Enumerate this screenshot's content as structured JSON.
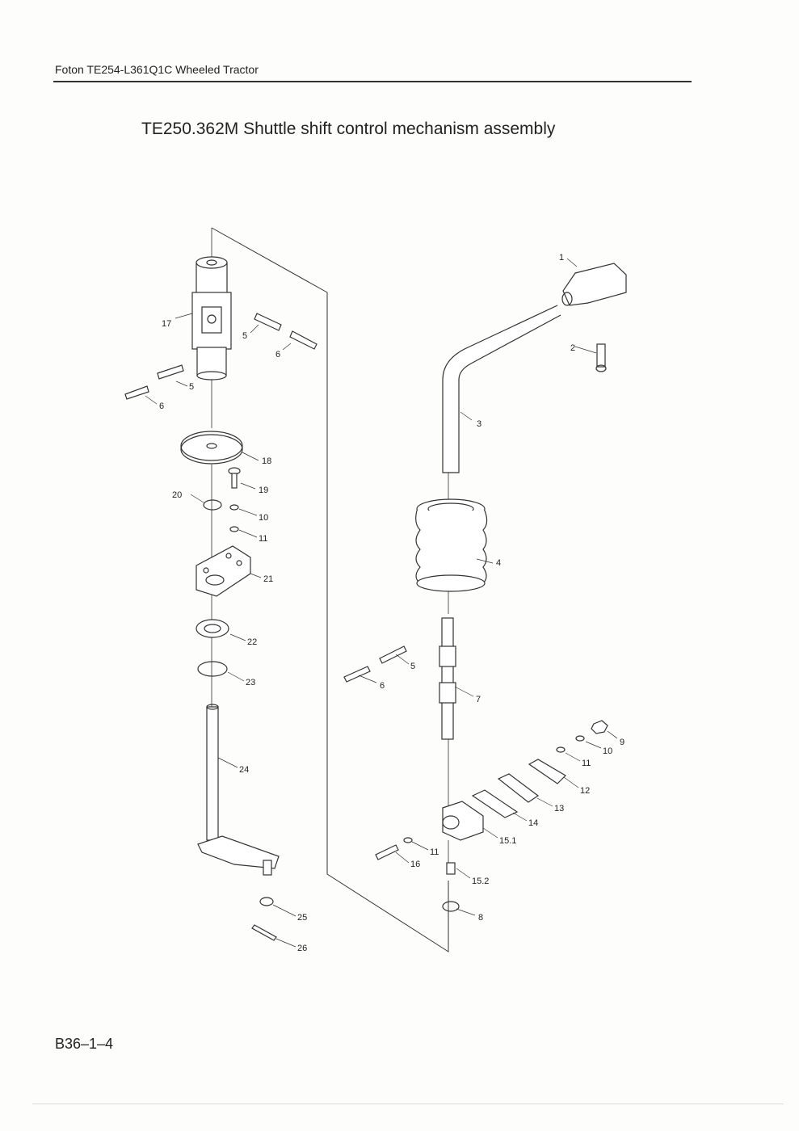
{
  "header": {
    "text": "Foton TE254-L361Q1C Wheeled Tractor"
  },
  "title": "TE250.362M  Shuttle shift control mechanism assembly",
  "page_number": "B36–1–4",
  "callouts": {
    "c1": "1",
    "c2": "2",
    "c3": "3",
    "c4": "4",
    "c5a": "5",
    "c5b": "5",
    "c5c": "5",
    "c6a": "6",
    "c6b": "6",
    "c6c": "6",
    "c7": "7",
    "c8": "8",
    "c9": "9",
    "c10a": "10",
    "c10b": "10",
    "c11a": "11",
    "c11b": "11",
    "c11c": "11",
    "c12": "12",
    "c13": "13",
    "c14": "14",
    "c15_1": "15.1",
    "c15_2": "15.2",
    "c16": "16",
    "c17": "17",
    "c18": "18",
    "c19": "19",
    "c20": "20",
    "c21": "21",
    "c22": "22",
    "c23": "23",
    "c24": "24",
    "c25": "25",
    "c26": "26"
  }
}
